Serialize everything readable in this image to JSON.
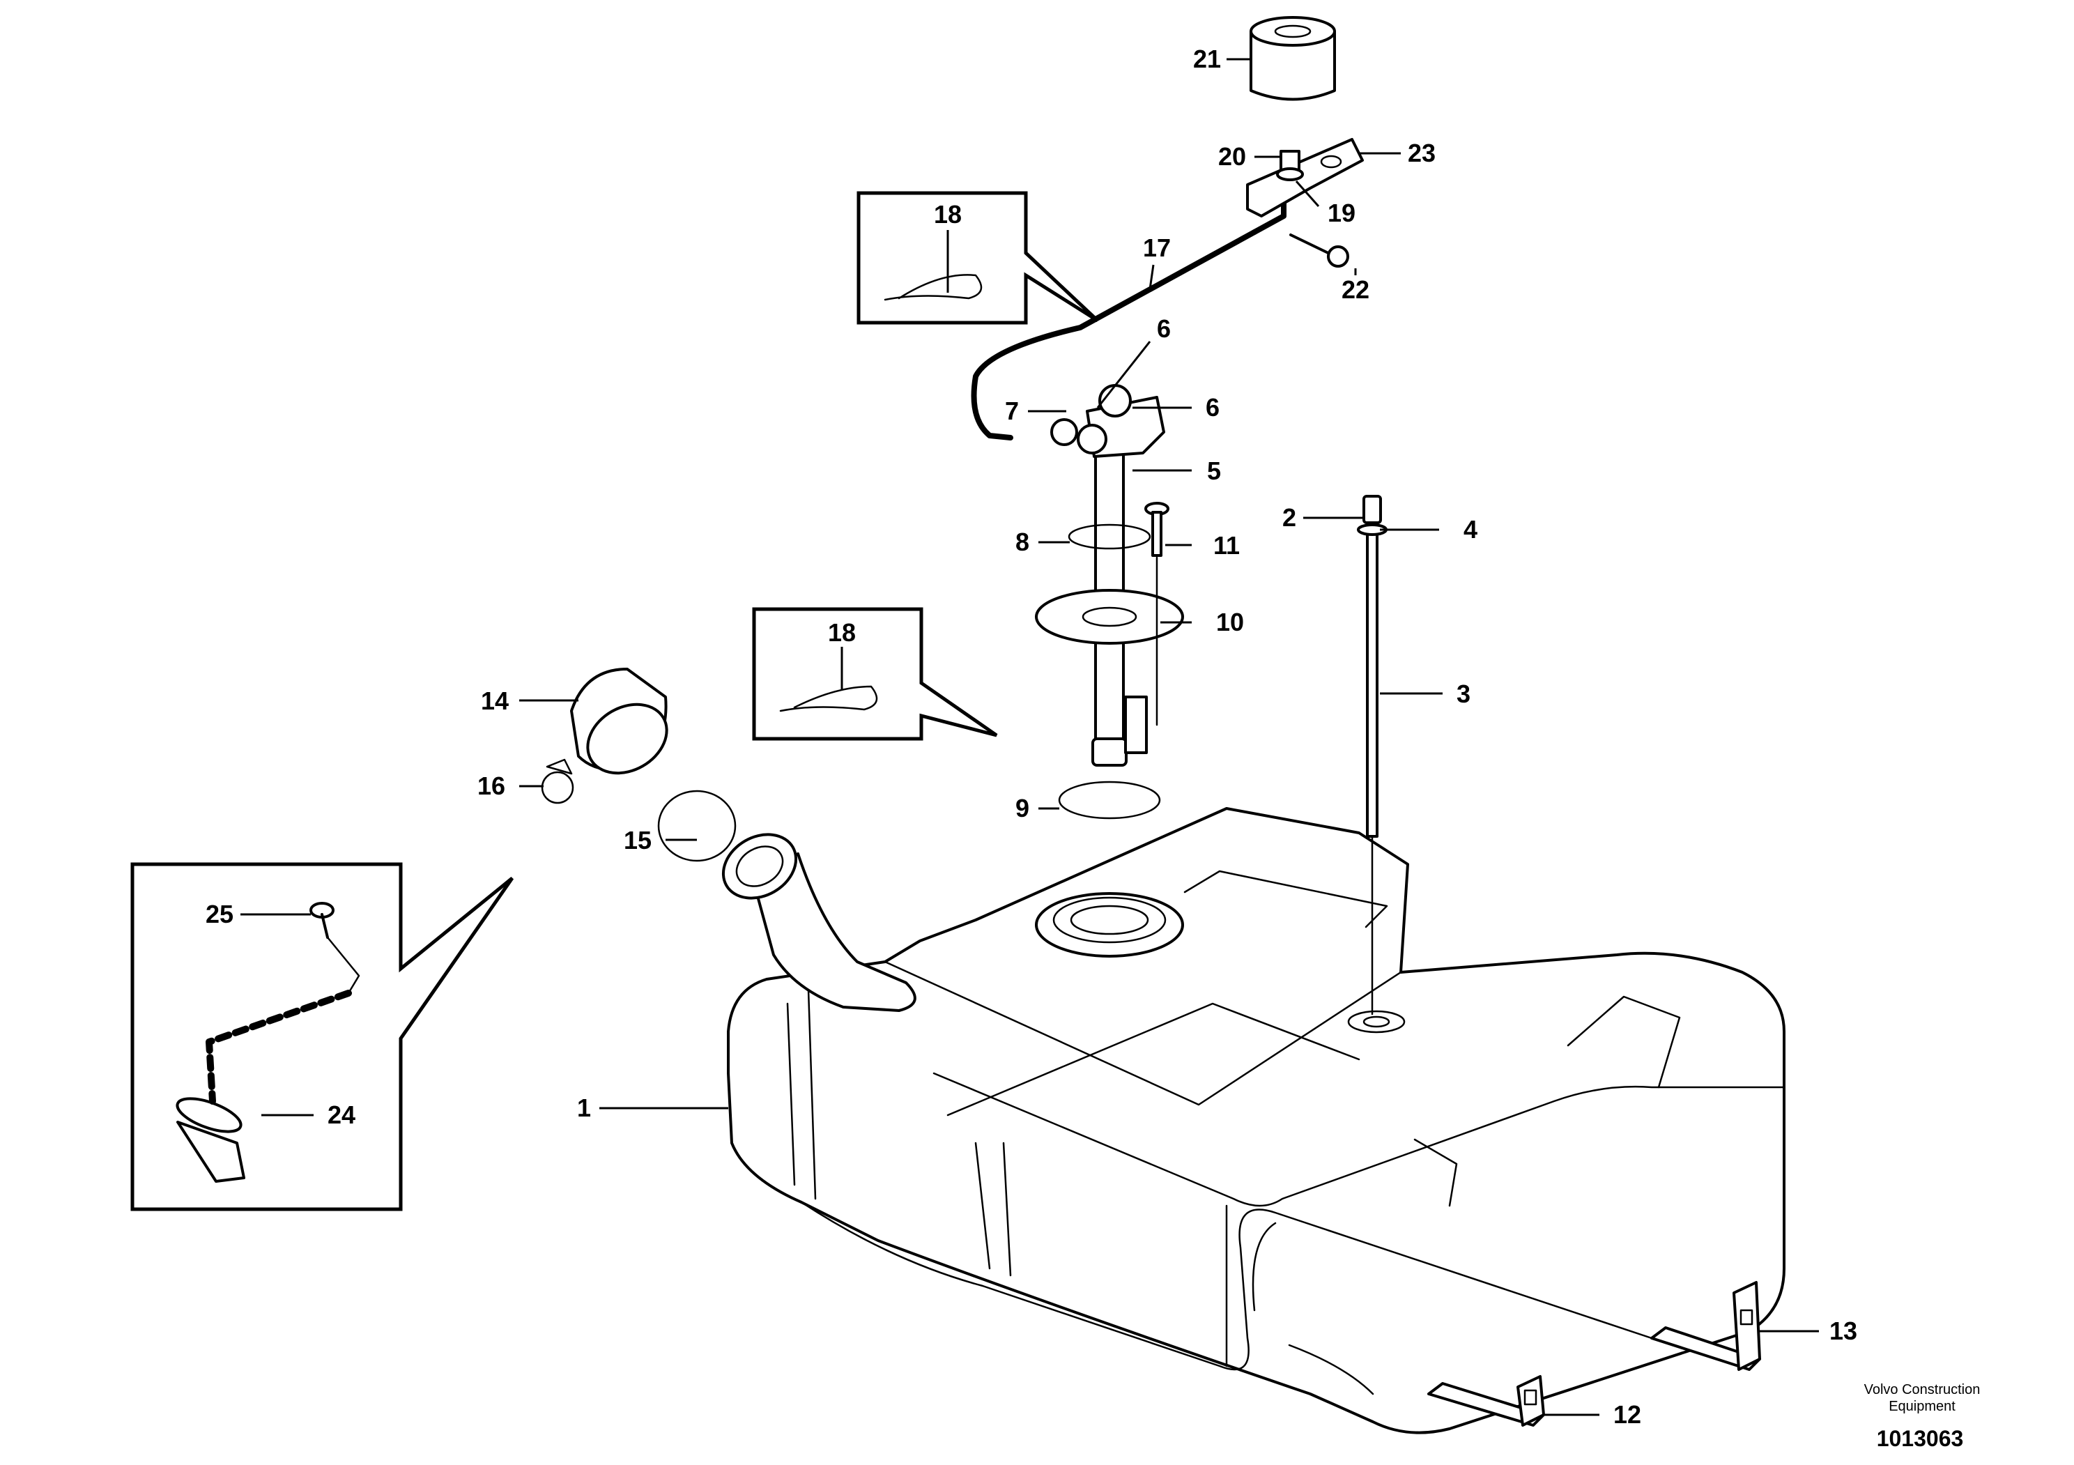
{
  "diagram": {
    "part_labels": {
      "p1": "1",
      "p2": "2",
      "p3": "3",
      "p4": "4",
      "p5": "5",
      "p6a": "6",
      "p6b": "6",
      "p7": "7",
      "p8": "8",
      "p9": "9",
      "p10": "10",
      "p11": "11",
      "p12": "12",
      "p13": "13",
      "p14": "14",
      "p15": "15",
      "p16": "16",
      "p17": "17",
      "p18a": "18",
      "p18b": "18",
      "p19": "19",
      "p20": "20",
      "p21": "21",
      "p22": "22",
      "p23": "23",
      "p24": "24",
      "p25": "25"
    },
    "footer": {
      "company_line1": "Volvo Construction",
      "company_line2": "Equipment",
      "drawing_number": "1013063"
    }
  }
}
